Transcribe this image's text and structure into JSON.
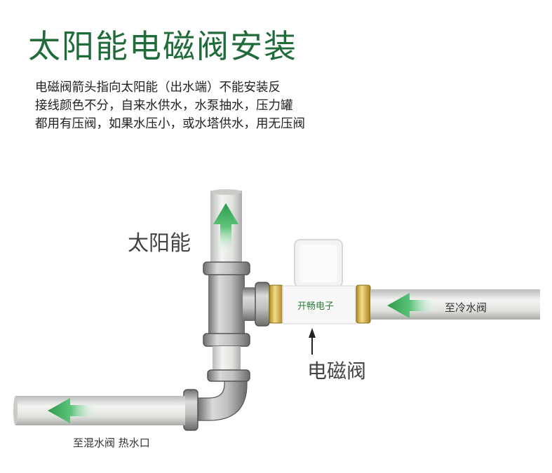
{
  "title": "太阳能电磁阀安装",
  "description": [
    "电磁阀箭头指向太阳能（出水端）不能安装反",
    "接线颜色不分，自来水供水，水泵抽水，压力罐",
    "都用有压阀，如果水压小，或水塔供水，用无压阀"
  ],
  "labels": {
    "solar": "太阳能",
    "valve": "电磁阀",
    "cold": "至冷水阀",
    "mix": "至混水阀 热水口",
    "brand": "开畅电子"
  },
  "colors": {
    "title": "#1f6b3a",
    "arrow": "#3fae5a",
    "brass": "#e2c25a"
  }
}
